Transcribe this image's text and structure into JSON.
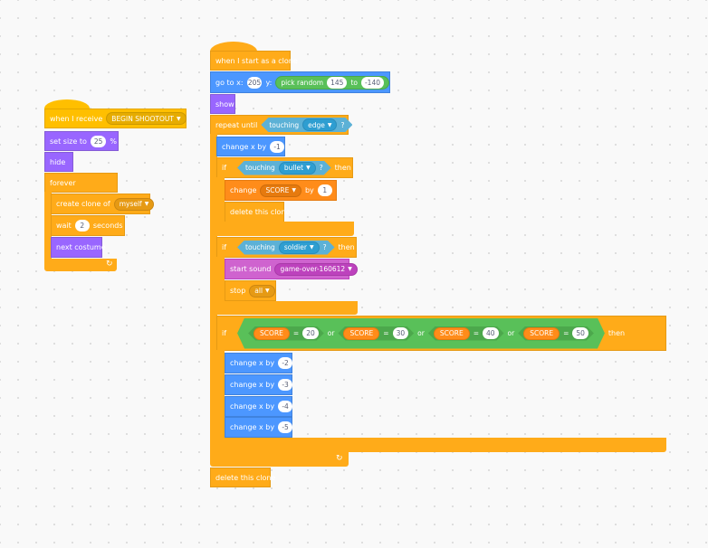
{
  "script1": {
    "hat": {
      "text": "when I receive",
      "message": "BEGIN SHOOTOUT"
    },
    "set_size": {
      "text": "set size to",
      "value": "25",
      "unit": "%"
    },
    "hide": "hide",
    "forever": "forever",
    "create_clone": {
      "text": "create clone of",
      "target": "myself"
    },
    "wait": {
      "text": "wait",
      "value": "2",
      "unit": "seconds"
    },
    "next_costume": "next costume",
    "loop_arrow": "↻"
  },
  "script2": {
    "hat": "when I start as a clone",
    "goto": {
      "text": "go to x:",
      "x": "205",
      "y_label": "y:",
      "random": "pick random",
      "from": "145",
      "to_label": "to",
      "to": "-140"
    },
    "show": "show",
    "repeat_until": {
      "text": "repeat until",
      "sensor": "touching",
      "target": "edge",
      "q": "?"
    },
    "change_x_1": {
      "text": "change x by",
      "value": "-1"
    },
    "if1": {
      "text": "if",
      "sensor": "touching",
      "target": "bullet",
      "q": "?",
      "then": "then"
    },
    "change_score": {
      "text": "change",
      "var": "SCORE",
      "by": "by",
      "value": "1"
    },
    "delete_clone_inner": "delete this clone",
    "if2": {
      "text": "if",
      "sensor": "touching",
      "target": "soldier",
      "q": "?",
      "then": "then"
    },
    "start_sound": {
      "text": "start sound",
      "sound": "game-over-160612"
    },
    "stop": {
      "text": "stop",
      "option": "all"
    },
    "if3": {
      "text": "if",
      "then": "then",
      "or": "or",
      "eq": "=",
      "var": "SCORE",
      "values": [
        "20",
        "30",
        "40",
        "50"
      ]
    },
    "change_x_list": [
      {
        "text": "change x by",
        "value": "-2"
      },
      {
        "text": "change x by",
        "value": "-3"
      },
      {
        "text": "change x by",
        "value": "-4"
      },
      {
        "text": "change x by",
        "value": "-5"
      }
    ],
    "loop_arrow": "↻",
    "delete_clone_end": "delete this clone"
  },
  "colors": {
    "events": "#ffbf00",
    "control": "#ffab19",
    "looks": "#9966ff",
    "motion": "#4c97ff",
    "variables": "#ff8c1a",
    "sound": "#cf63cf",
    "sensing": "#5cb1d6",
    "operators": "#59c059"
  }
}
